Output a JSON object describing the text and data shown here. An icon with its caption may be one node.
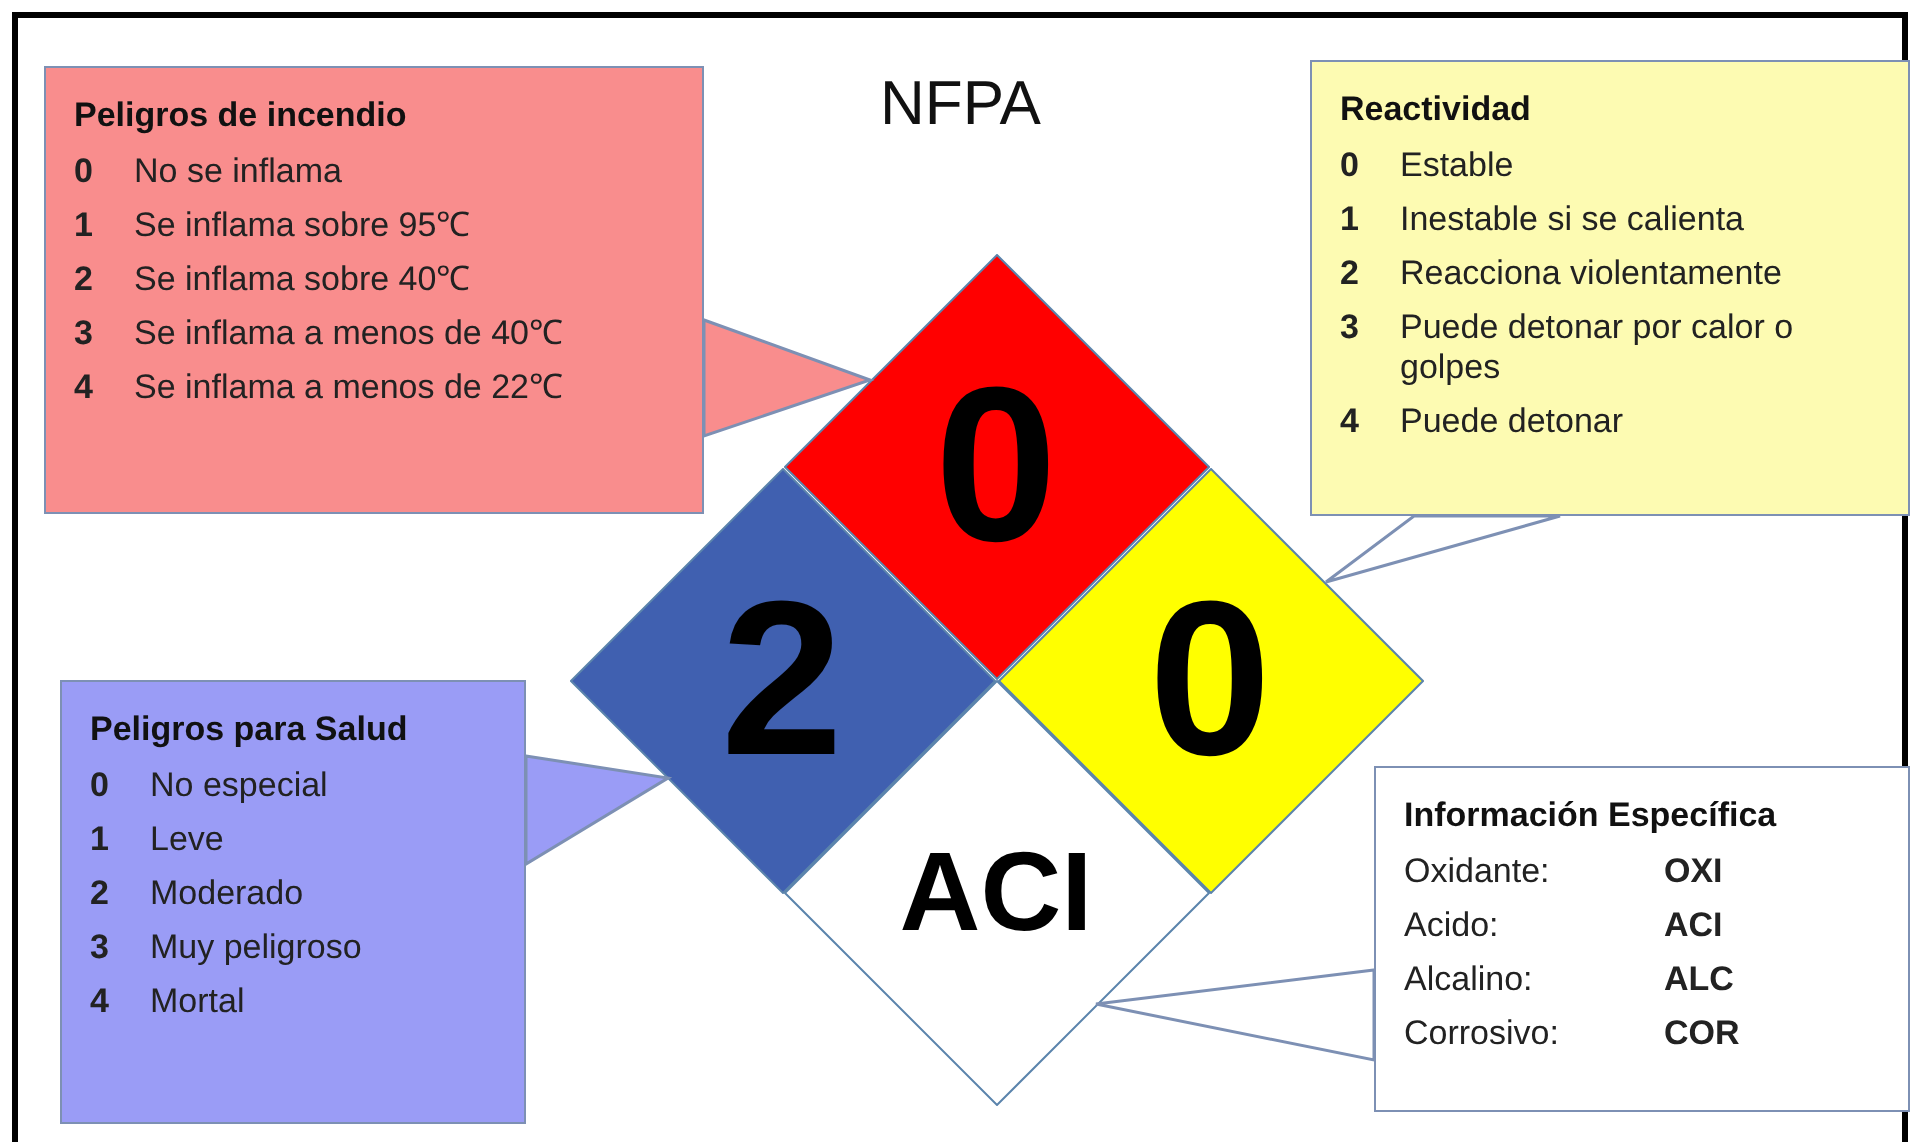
{
  "diagram": {
    "title": "NFPA",
    "nodes": [
      {
        "text": [
          "Peligros de incendio",
          "0",
          "No se inflama",
          "1",
          "Se inflama sobre 95℃",
          "2",
          "Se inflama sobre 40℃",
          "3",
          "Se inflama a menos de 40℃",
          "4",
          "Se inflama a menos de 22℃"
        ]
      },
      {
        "text": [
          "Reactividad",
          "0",
          "Estable",
          "1",
          "Inestable si se calienta",
          "2",
          "Reacciona violentamente",
          "3",
          "Puede detonar por calor o golpes",
          "4",
          "Puede detonar"
        ]
      },
      {
        "text": [
          "0"
        ]
      },
      {
        "text": [
          "2"
        ]
      },
      {
        "text": [
          "0"
        ]
      },
      {
        "text": [
          "ACI"
        ]
      },
      {
        "text": [
          "Peligros para Salud",
          "0",
          "No especial",
          "1",
          "Leve",
          "2",
          "Moderado",
          "3",
          "Muy peligroso",
          "4",
          "Mortal"
        ]
      },
      {
        "text": [
          "Información Específica",
          "Oxidante:",
          "OXI",
          "Acido:",
          "ACI",
          "Alcalino:",
          "ALC",
          "Corrosivo:",
          "COR"
        ]
      }
    ],
    "edges": [
      {
        "from": 0,
        "to": 2,
        "arrow": "to"
      },
      {
        "from": 1,
        "to": 4,
        "arrow": "none"
      },
      {
        "from": 6,
        "to": 3,
        "arrow": "to"
      },
      {
        "from": 7,
        "to": 5,
        "arrow": "none"
      }
    ]
  }
}
